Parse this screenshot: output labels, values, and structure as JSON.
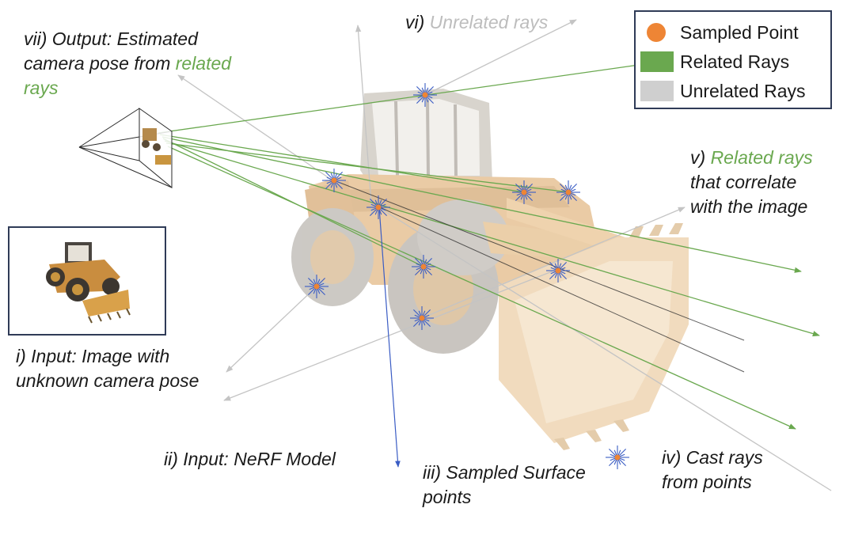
{
  "labels": {
    "vii": {
      "prefix": "vii) Output: Estimated",
      "line2": "camera pose from ",
      "highlight": "related",
      "line3": "rays"
    },
    "vi": {
      "prefix": "vi) ",
      "highlight": "Unrelated rays"
    },
    "v": {
      "prefix": "v) ",
      "highlight": "Related rays",
      "line2": "that correlate",
      "line3": "with the image"
    },
    "i": {
      "line1": "i) Input: Image with",
      "line2": "unknown camera pose"
    },
    "ii": {
      "line1": "ii) Input: NeRF Model"
    },
    "iii": {
      "line1": "iii) Sampled Surface",
      "line2": "points"
    },
    "iv": {
      "line1": "iv) Cast rays",
      "line2": "from points"
    }
  },
  "legend": {
    "items": [
      {
        "label": "Sampled Point",
        "symbol": "dot",
        "color": "#ee8535"
      },
      {
        "label": "Related Rays",
        "symbol": "square",
        "color": "#6aa84f"
      },
      {
        "label": "Unrelated Rays",
        "symbol": "square",
        "color": "#cfcfcf"
      }
    ]
  },
  "colors": {
    "related": "#6aa84f",
    "unrelated": "#bdbdbd",
    "point": "#ee8535",
    "burst": "#3a5cc4",
    "frame": "#2f3b57"
  },
  "icons": {
    "sampled_point": "star-burst-icon",
    "camera": "camera-frustum-icon",
    "loader": "wheel-loader-illustration"
  }
}
